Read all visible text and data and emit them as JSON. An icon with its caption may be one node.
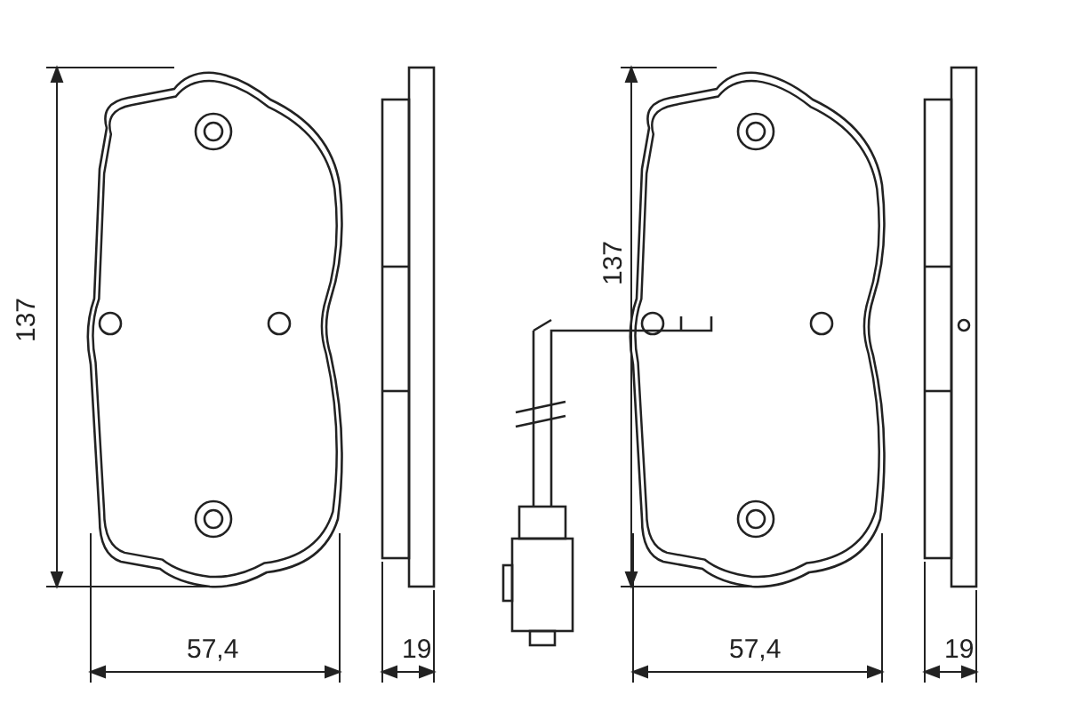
{
  "diagram": {
    "labels": [
      "137",
      "57,4",
      "19",
      "137",
      "57,4",
      "19"
    ]
  }
}
